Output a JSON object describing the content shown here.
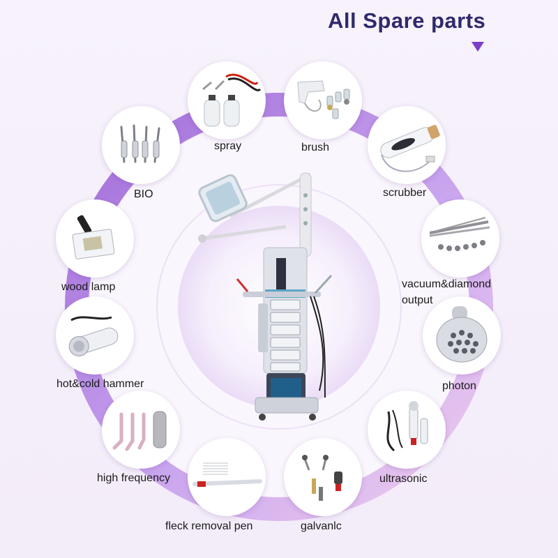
{
  "title": "All Spare parts",
  "colors": {
    "ring": "#b48be6",
    "accent": "#7a3ec8",
    "title": "#2f2a6b"
  },
  "parts": [
    {
      "label": "spray",
      "icon": "spray-bottles-icon"
    },
    {
      "label": "brush",
      "icon": "brush-handpiece-icon"
    },
    {
      "label": "scrubber",
      "icon": "scrubber-icon"
    },
    {
      "label": "vacuum&diamond",
      "label2": "output",
      "icon": "vacuum-tubes-icon"
    },
    {
      "label": "photon",
      "icon": "photon-head-icon"
    },
    {
      "label": "ultrasonic",
      "icon": "ultrasonic-probe-icon"
    },
    {
      "label": "galvanlc",
      "icon": "galvanic-probes-icon"
    },
    {
      "label": "fleck removal pen",
      "icon": "fleck-pen-icon"
    },
    {
      "label": "high frequency",
      "icon": "glass-electrodes-icon"
    },
    {
      "label": "hot&cold hammer",
      "icon": "hammer-icon"
    },
    {
      "label": "wood lamp",
      "icon": "wood-lamp-icon"
    },
    {
      "label": "BIO",
      "icon": "bio-wands-icon"
    }
  ]
}
